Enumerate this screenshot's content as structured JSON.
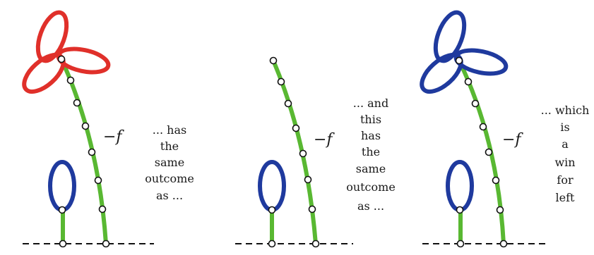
{
  "panels": [
    {
      "minus_label": "−f",
      "caption": [
        "... has",
        "the",
        "same",
        "outcome",
        "as ..."
      ]
    },
    {
      "minus_label": "−f",
      "caption": [
        "... and",
        "this",
        "has",
        "the",
        "same",
        "outcome",
        "as ..."
      ]
    },
    {
      "minus_label": "−f",
      "caption": [
        "... which",
        "is",
        "a",
        "win",
        "for",
        "left"
      ]
    }
  ],
  "colors": {
    "stalk": "#59b832",
    "red_flower": "#e0302a",
    "blue_flower": "#1f3a9e",
    "node_fill": "#ffffff",
    "ground": "#111111"
  }
}
